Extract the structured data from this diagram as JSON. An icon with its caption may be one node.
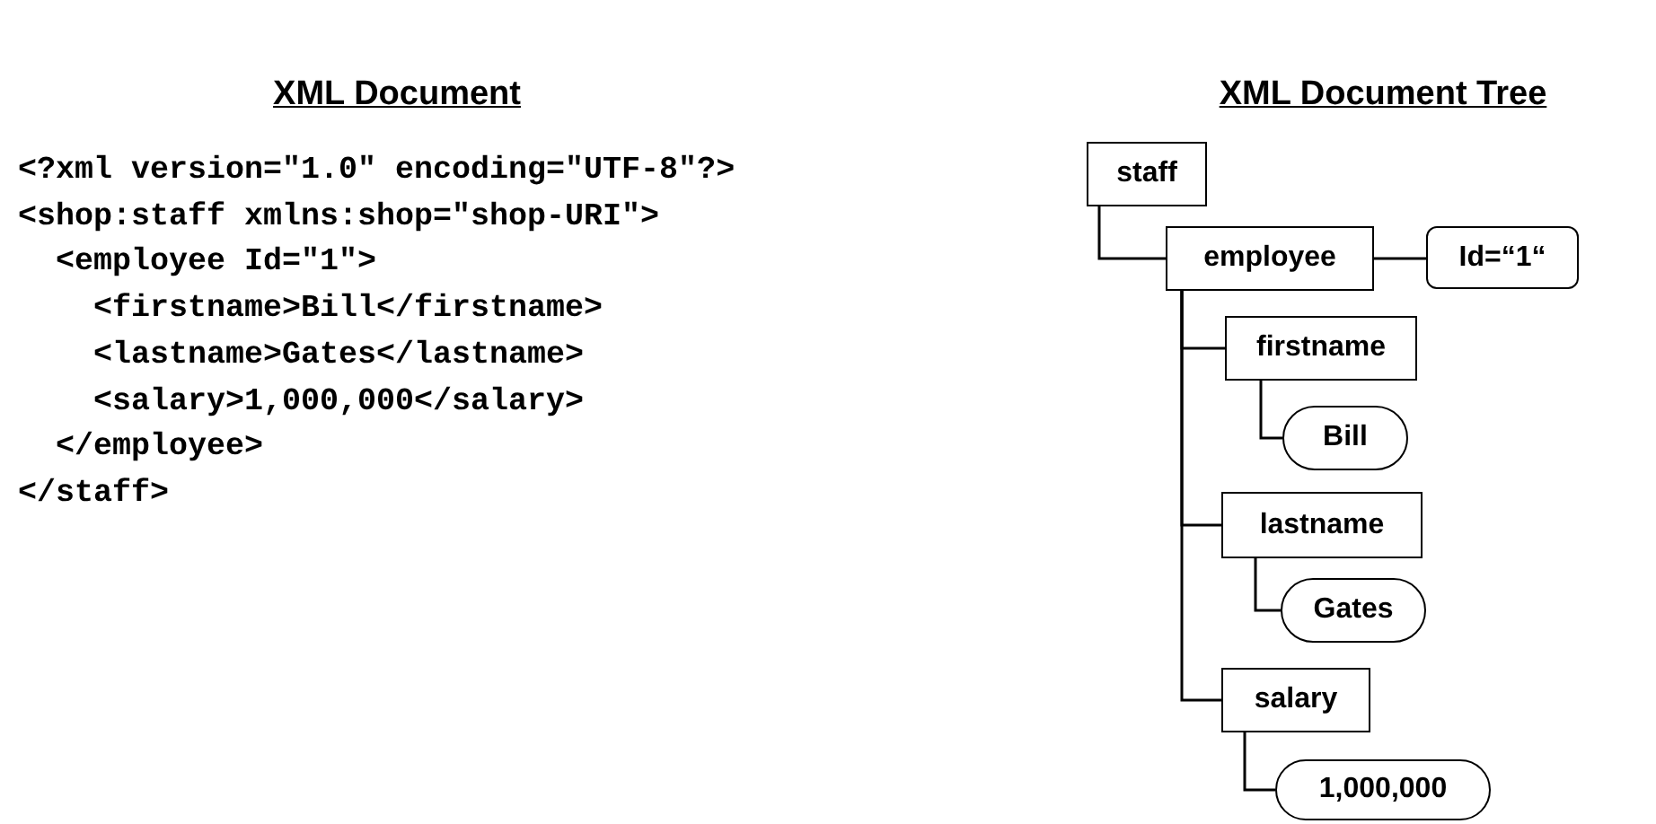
{
  "diagram": {
    "nodes": [
      {
        "text": [
          "staff"
        ]
      },
      {
        "text": [
          "employee"
        ]
      },
      {
        "text": [
          "Id=“1“"
        ]
      },
      {
        "text": [
          "firstname"
        ]
      },
      {
        "text": [
          "Bill"
        ]
      },
      {
        "text": [
          "lastname"
        ]
      },
      {
        "text": [
          "Gates"
        ]
      },
      {
        "text": [
          "salary"
        ]
      },
      {
        "text": [
          "1,000,000"
        ]
      }
    ],
    "edges": [
      {
        "from": 0,
        "to": 1,
        "arrow": "none"
      },
      {
        "from": 1,
        "to": 2,
        "arrow": "none"
      },
      {
        "from": 1,
        "to": 3,
        "arrow": "none"
      },
      {
        "from": 3,
        "to": 4,
        "arrow": "none"
      },
      {
        "from": 1,
        "to": 5,
        "arrow": "none"
      },
      {
        "from": 5,
        "to": 6,
        "arrow": "none"
      },
      {
        "from": 1,
        "to": 7,
        "arrow": "none"
      },
      {
        "from": 7,
        "to": 8,
        "arrow": "none"
      }
    ],
    "labels": [
      "XML Document",
      "XML Document Tree",
      "<?xml version=\"1.0\" encoding=\"UTF-8\"?>",
      "<shop:staff xmlns:shop=\"shop-URI\">",
      "<employee Id=\"1\">",
      "<firstname>Bill</firstname>",
      "<lastname>Gates</lastname>",
      "<salary>1,000,000</salary>",
      "</employee>",
      "</staff>"
    ]
  }
}
